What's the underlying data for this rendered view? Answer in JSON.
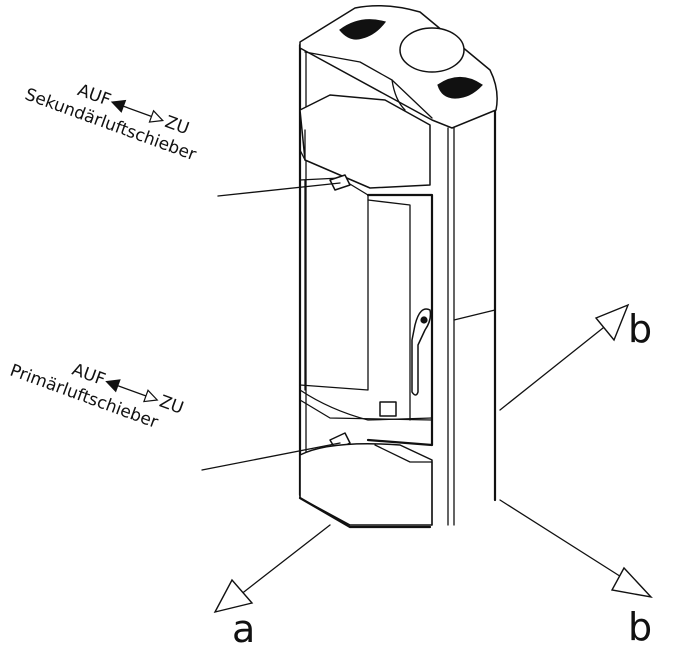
{
  "labels": {
    "secondary_dir_open": "AUF",
    "secondary_dir_close": "ZU",
    "secondary_name": "Sekundärluftschieber",
    "primary_dir_open": "AUF",
    "primary_dir_close": "ZU",
    "primary_name": "Primärluftschieber",
    "axis_a": "a",
    "axis_b_right": "b",
    "axis_b_bottom": "b"
  }
}
